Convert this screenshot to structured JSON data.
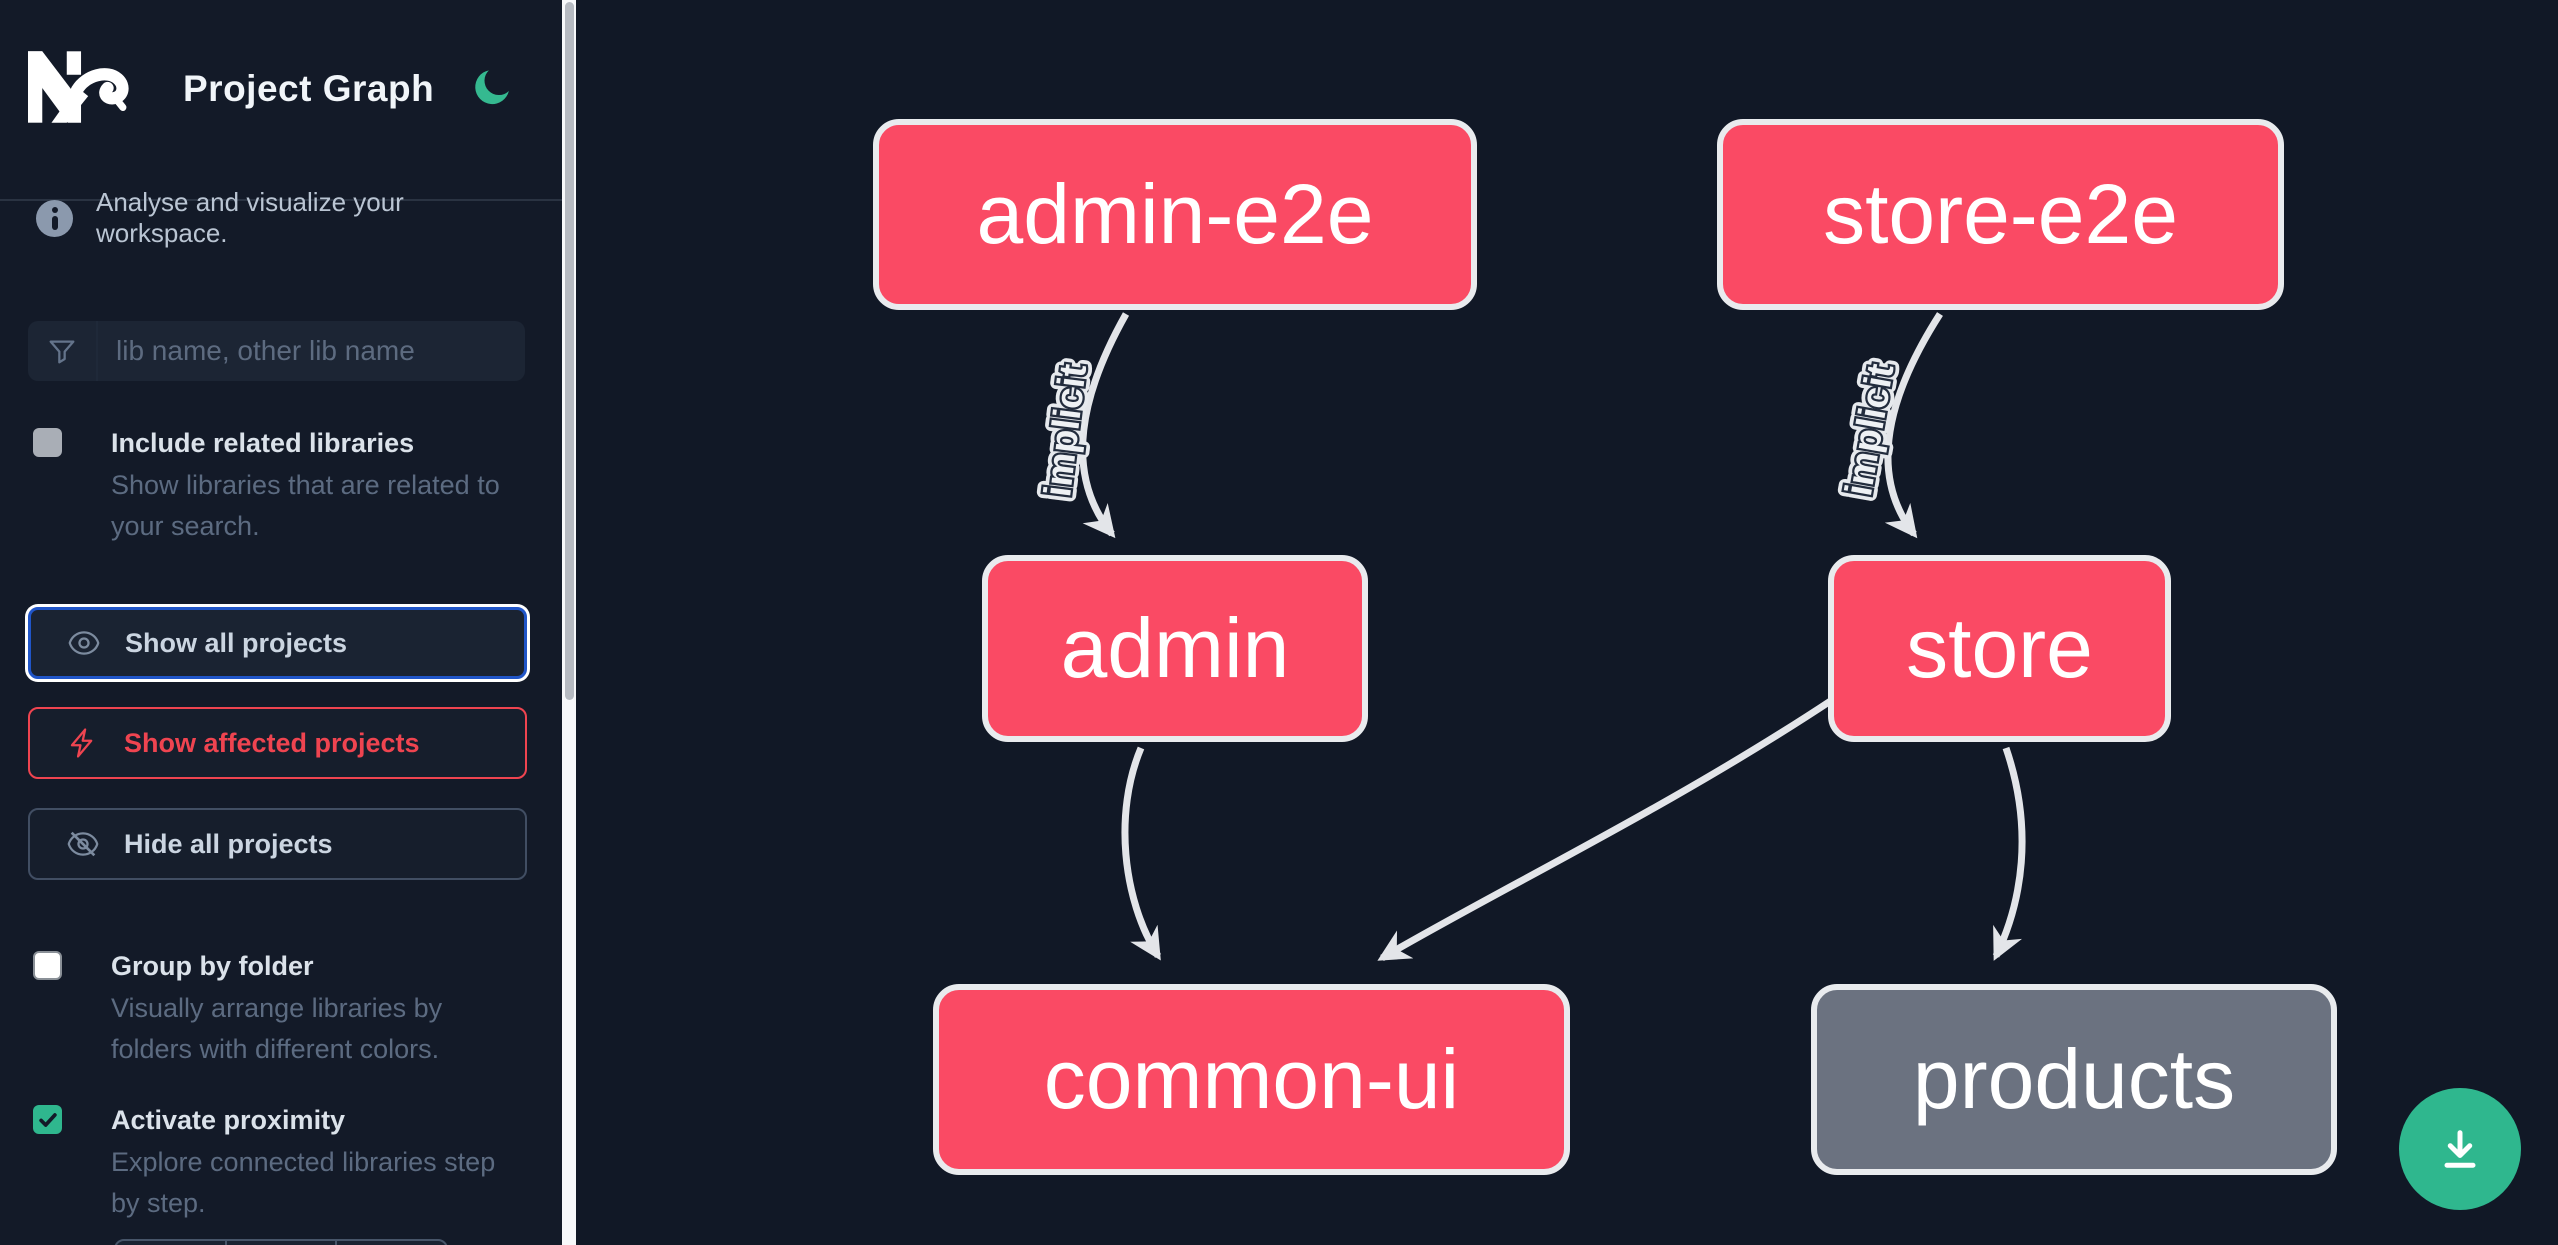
{
  "header": {
    "title": "Project Graph",
    "theme_icon": "moon"
  },
  "sidebar": {
    "info_text": "Analyse and visualize your workspace.",
    "search": {
      "placeholder": "lib name, other lib name"
    },
    "toggles": [
      {
        "label": "Include related libraries",
        "description": "Show libraries that are related to your search.",
        "checked": false
      },
      {
        "label": "Group by folder",
        "description": "Visually arrange libraries by folders with different colors.",
        "checked": false
      },
      {
        "label": "Activate proximity",
        "description": "Explore connected libraries step by step.",
        "checked": true
      }
    ],
    "buttons": [
      {
        "label": "Show all projects"
      },
      {
        "label": "Show affected projects"
      },
      {
        "label": "Hide all projects"
      }
    ]
  },
  "graph": {
    "nodes": [
      {
        "id": "admin-e2e",
        "label": "admin-e2e",
        "kind": "app"
      },
      {
        "id": "store-e2e",
        "label": "store-e2e",
        "kind": "app"
      },
      {
        "id": "admin",
        "label": "admin",
        "kind": "app"
      },
      {
        "id": "store",
        "label": "store",
        "kind": "app"
      },
      {
        "id": "common-ui",
        "label": "common-ui",
        "kind": "lib"
      },
      {
        "id": "products",
        "label": "products",
        "kind": "lib"
      }
    ],
    "edges": [
      {
        "from": "admin-e2e",
        "to": "admin",
        "label": "implicit"
      },
      {
        "from": "store-e2e",
        "to": "store",
        "label": "implicit"
      },
      {
        "from": "admin",
        "to": "common-ui",
        "label": ""
      },
      {
        "from": "store",
        "to": "common-ui",
        "label": ""
      },
      {
        "from": "store",
        "to": "products",
        "label": ""
      }
    ],
    "edge_label": "implicit"
  },
  "colors": {
    "background": "#111826",
    "node_highlight": "#fa4a64",
    "node_neutral": "#6b7280",
    "node_border": "#e9ebee",
    "edge": "#e3e5e9",
    "accent_green": "#2fb78e",
    "focus_blue": "#2055c8",
    "affected_red": "#ef4450"
  }
}
